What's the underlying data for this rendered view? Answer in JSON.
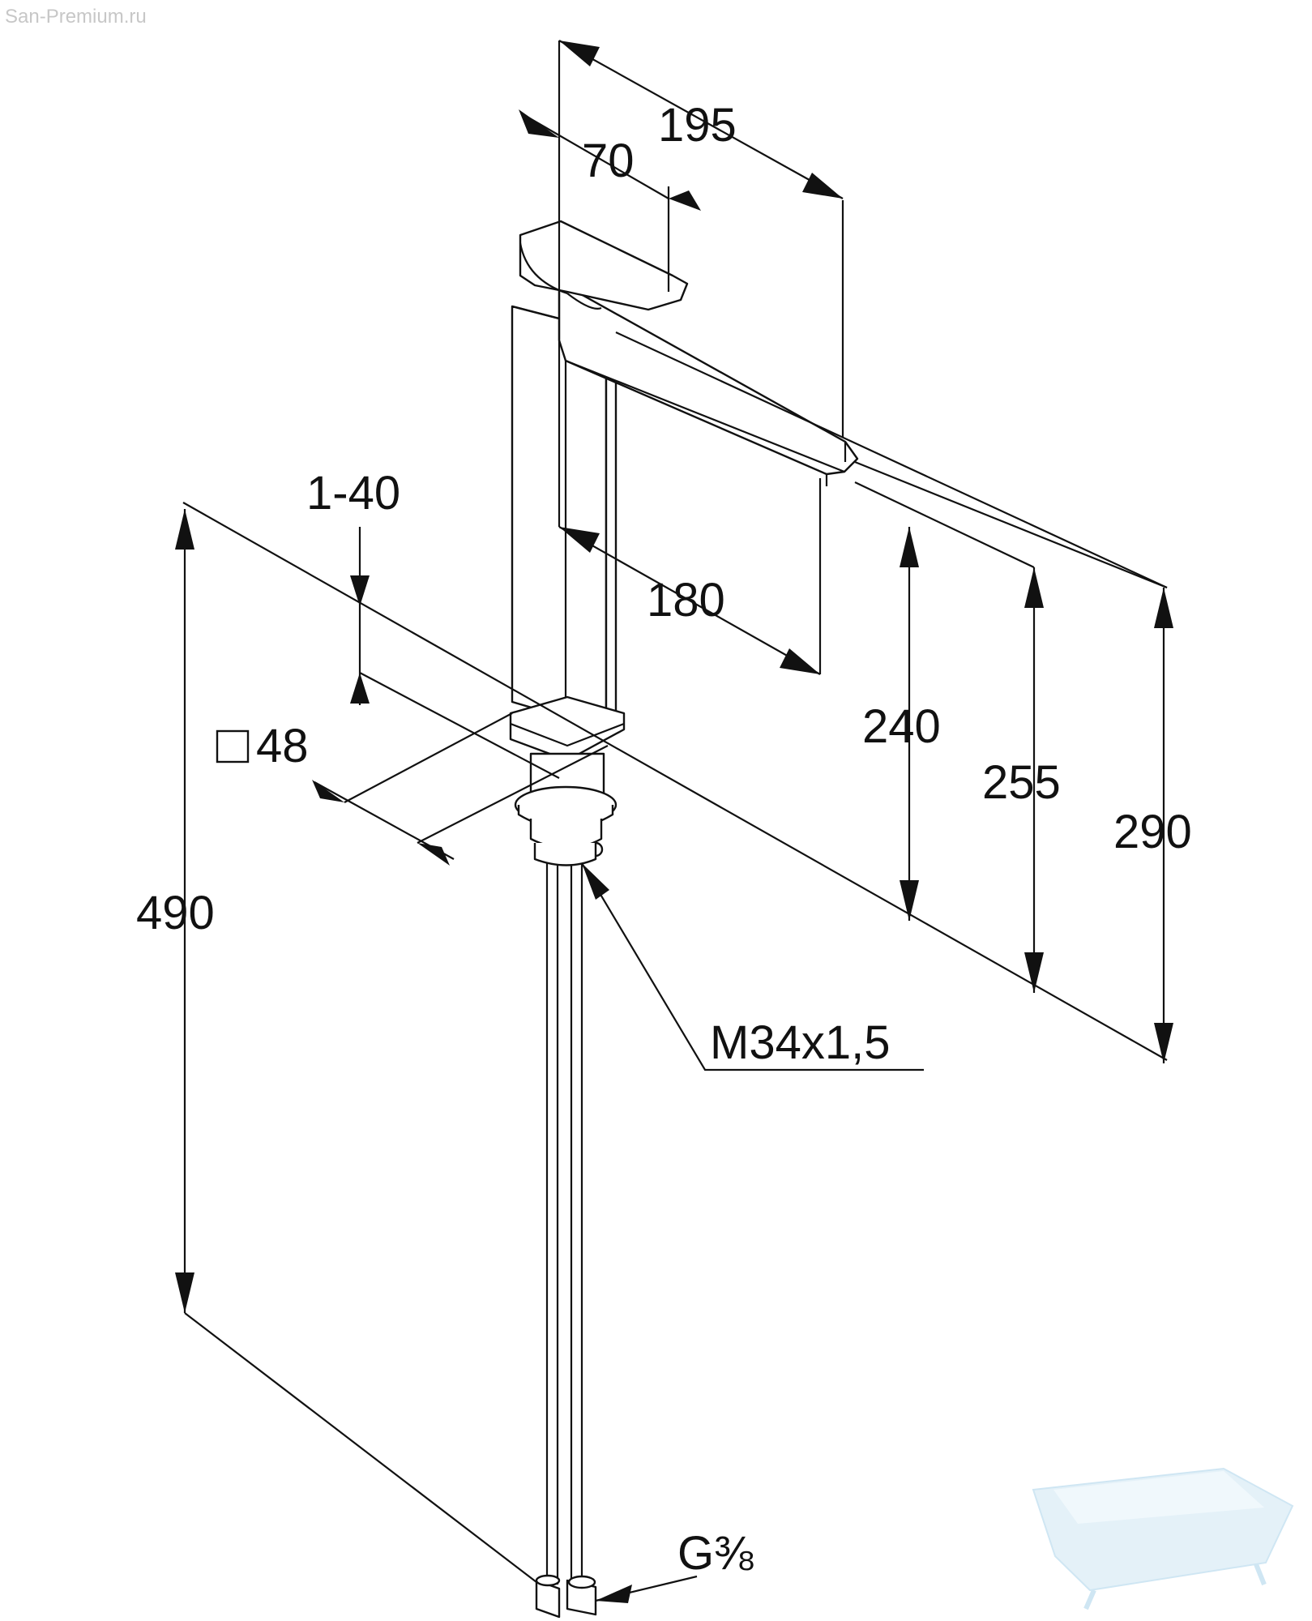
{
  "watermark": {
    "text": "San-Premium.ru"
  },
  "dimensions": {
    "total_depth": "195",
    "handle_depth": "70",
    "spout_reach": "180",
    "adjustable_thickness": "1-40",
    "base_square": "48",
    "total_height": "490",
    "spout_outlet_height": "240",
    "handle_height": "255",
    "overall_height": "290",
    "thread_size": "M34x1,5",
    "connection_thread": "G⅜"
  },
  "colors": {
    "line": "#111111",
    "background": "#ffffff",
    "watermark_text": "#c7c7c7",
    "logo": "#b8dcef"
  }
}
